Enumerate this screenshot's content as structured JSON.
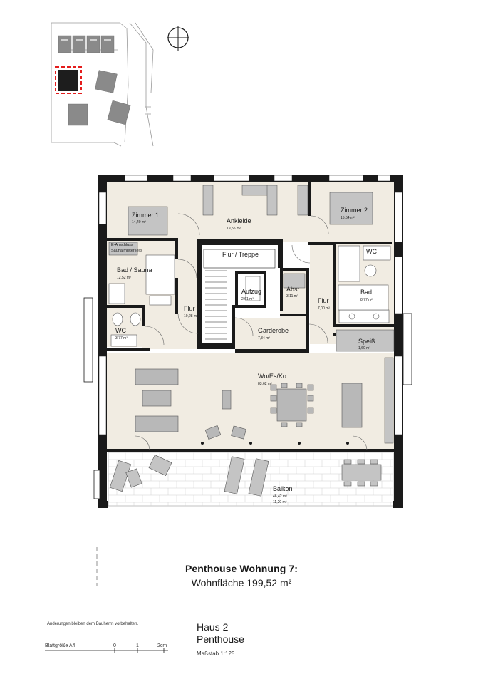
{
  "rooms": [
    {
      "name": "Zimmer 1",
      "area": "14,40 m²"
    },
    {
      "name": "Ankleide",
      "area": "19,55 m²"
    },
    {
      "name": "Zimmer 2",
      "area": "15,54 m²"
    },
    {
      "name": "E-Anschluss",
      "area": ""
    },
    {
      "name": "Sauna mieterseits",
      "area": ""
    },
    {
      "name": "Bad / Sauna",
      "area": "12,52 m²"
    },
    {
      "name": "Flur / Treppe",
      "area": ""
    },
    {
      "name": "Aufzug",
      "area": "2,61 m²"
    },
    {
      "name": "Abst",
      "area": "3,11 m²"
    },
    {
      "name": "WC",
      "area": ""
    },
    {
      "name": "Bad",
      "area": "8,77 m²"
    },
    {
      "name": "Flur",
      "area": "10,28 m²"
    },
    {
      "name": "Flur",
      "area": "7,00 m²"
    },
    {
      "name": "WC",
      "area": "3,77 m²"
    },
    {
      "name": "Garderobe",
      "area": "7,34 m²"
    },
    {
      "name": "Speiß",
      "area": "1,60 m²"
    },
    {
      "name": "Wo/Es/Ko",
      "area": "83,62 m²"
    },
    {
      "name": "Balkon",
      "area": "46,42 m²"
    },
    {
      "name": "",
      "area": "11,20 m²"
    }
  ],
  "footer": {
    "title": "Penthouse Wohnung 7:",
    "living_area": "Wohnfläche 199,52 m²",
    "note": "Änderungen bleiben dem Bauherrn vorbehalten.",
    "house": "Haus 2",
    "level": "Penthouse",
    "scale": "Maßstab 1:125",
    "paper": "Blattgröße A4",
    "scalebar": [
      "0",
      "1",
      "2cm"
    ]
  }
}
